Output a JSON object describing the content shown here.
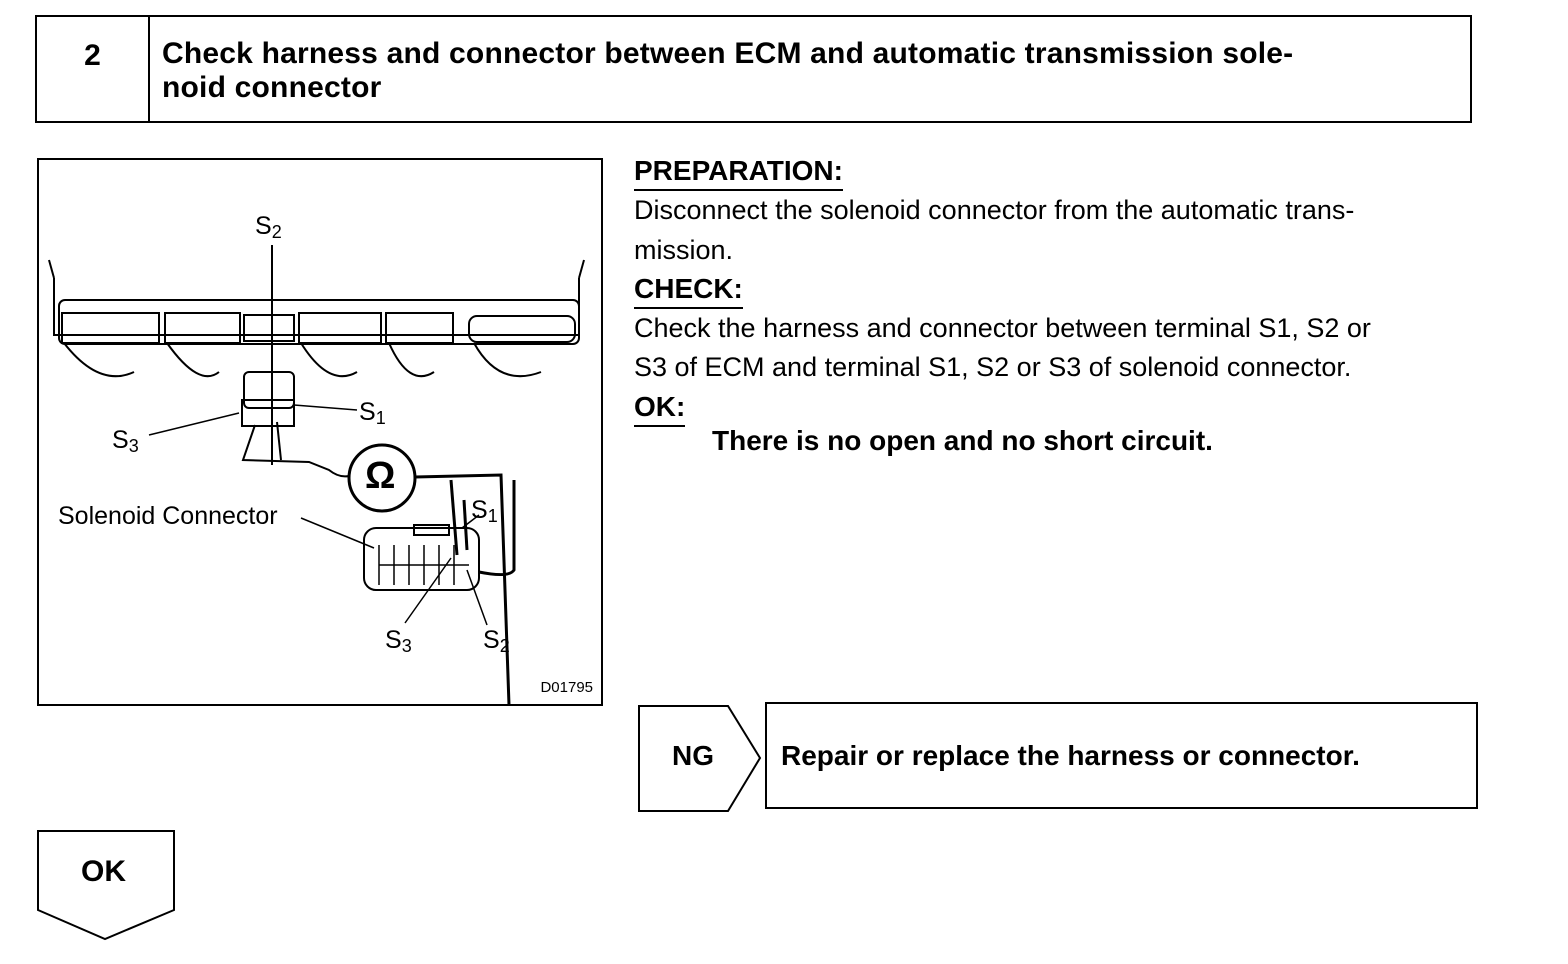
{
  "step": {
    "number": "2",
    "title_line1": "Check harness and connector between ECM and automatic transmission sole-",
    "title_line2": "noid connector"
  },
  "figure": {
    "labels": {
      "s2_top": "S",
      "s2_top_sub": "2",
      "s1_ecm": "S",
      "s1_ecm_sub": "1",
      "s3_ecm": "S",
      "s3_ecm_sub": "3",
      "s1_sol": "S",
      "s1_sol_sub": "1",
      "s3_sol": "S",
      "s3_sol_sub": "3",
      "s2_sol": "S",
      "s2_sol_sub": "2",
      "solenoid_connector": "Solenoid Connector",
      "ohm": "Ω"
    },
    "code": "D01795"
  },
  "preparation": {
    "heading": "PREPARATION:",
    "line1": "Disconnect the solenoid connector from the automatic trans-",
    "line2": "mission."
  },
  "check": {
    "heading": "CHECK:",
    "line1": "Check the harness and connector between terminal S1, S2 or",
    "line2": "S3 of ECM and terminal S1, S2 or S3 of solenoid connector."
  },
  "ok": {
    "heading": "OK:",
    "result": "There is no open and no short circuit."
  },
  "ng": {
    "label": "NG",
    "action": "Repair or replace the harness or connector."
  },
  "ok_branch": {
    "label": "OK"
  }
}
